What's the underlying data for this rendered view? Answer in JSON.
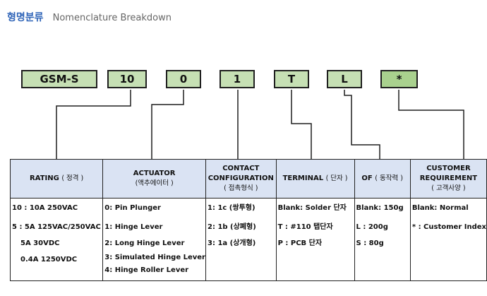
{
  "heading": {
    "korean": "형명분류",
    "english": "Nomenclature Breakdown"
  },
  "code_boxes": [
    "GSM-S",
    "10",
    "0",
    "1",
    "T",
    "L",
    "*"
  ],
  "table": {
    "headers": [
      {
        "main": "RATING",
        "sub": "( 정격 )"
      },
      {
        "main": "ACTUATOR",
        "sub": "(액추에이터 )"
      },
      {
        "main": "CONTACT CONFIGURATION",
        "sub": "( 접촉형식 )"
      },
      {
        "main": "TERMINAL",
        "sub": "( 단자 )"
      },
      {
        "main": "OF",
        "sub": "( 동작력 )"
      },
      {
        "main": "CUSTOMER REQUIREMENT",
        "sub": "( 고객사양 )"
      }
    ],
    "columns": [
      [
        "10 : 10A 250VAC",
        "5 : 5A 125VAC/250VAC",
        "5A 30VDC",
        "0.4A 1250VDC"
      ],
      [
        "0: Pin Plunger",
        "1: Hinge Lever",
        "2: Long Hinge Lever",
        "3: Simulated Hinge Lever",
        "4: Hinge Roller Lever"
      ],
      [
        "1: 1c (쌍투형)",
        "2: 1b (상폐형)",
        "3: 1a (상개형)"
      ],
      [
        "Blank: Solder 단자",
        "T : #110 탭단자",
        "P : PCB 단자"
      ],
      [
        "Blank: 150g",
        "L : 200g",
        "S : 80g"
      ],
      [
        "Blank: Normal",
        "* : Customer Index"
      ]
    ]
  },
  "colors": {
    "box_fill": "#c6e0b4",
    "star_box_fill": "#a9d18e",
    "header_fill": "#dae3f3",
    "heading_korean": "#2f64b8"
  }
}
